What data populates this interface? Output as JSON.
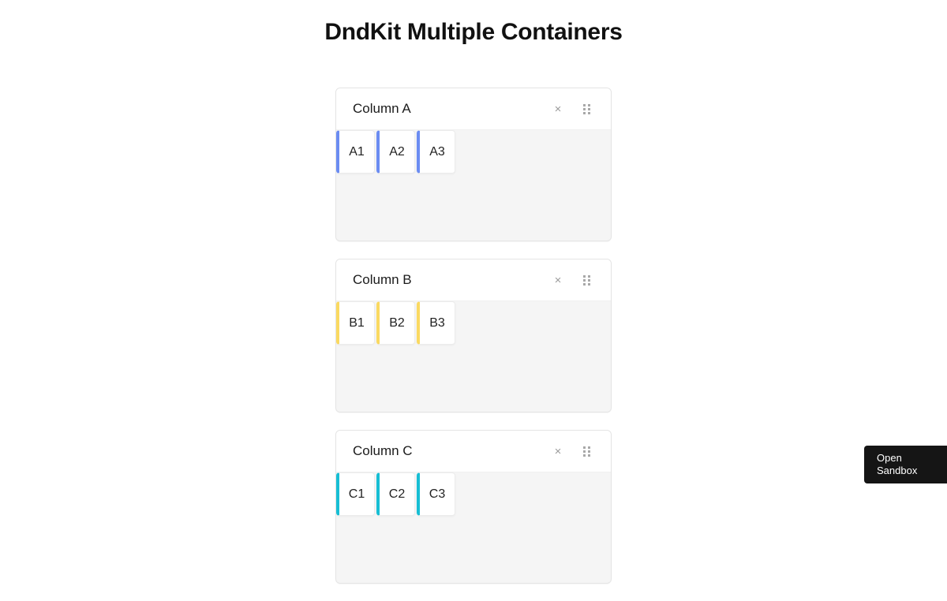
{
  "page": {
    "title": "DndKit Multiple Containers",
    "background_color": "#ffffff"
  },
  "colors": {
    "accent_blue": "#6b8cf2",
    "accent_yellow": "#fad961",
    "accent_cyan": "#17bed4",
    "container_body": "#f5f5f5",
    "header_background": "#ffffff",
    "badge_background": "#151515"
  },
  "containers": [
    {
      "id": "A",
      "title": "Column A",
      "accent": "#6b8cf2",
      "remove_label": "×",
      "remove_icon": "close-icon",
      "drag_icon": "drag-handle-icon",
      "items": [
        {
          "label": "A1"
        },
        {
          "label": "A2"
        },
        {
          "label": "A3"
        }
      ]
    },
    {
      "id": "B",
      "title": "Column B",
      "accent": "#fad961",
      "remove_label": "×",
      "remove_icon": "close-icon",
      "drag_icon": "drag-handle-icon",
      "items": [
        {
          "label": "B1"
        },
        {
          "label": "B2"
        },
        {
          "label": "B3"
        }
      ]
    },
    {
      "id": "C",
      "title": "Column C",
      "accent": "#17bed4",
      "remove_label": "×",
      "remove_icon": "close-icon",
      "drag_icon": "drag-handle-icon",
      "items": [
        {
          "label": "C1"
        },
        {
          "label": "C2"
        },
        {
          "label": "C3"
        }
      ]
    }
  ],
  "sandbox_badge": {
    "label": "Open Sandbox"
  }
}
